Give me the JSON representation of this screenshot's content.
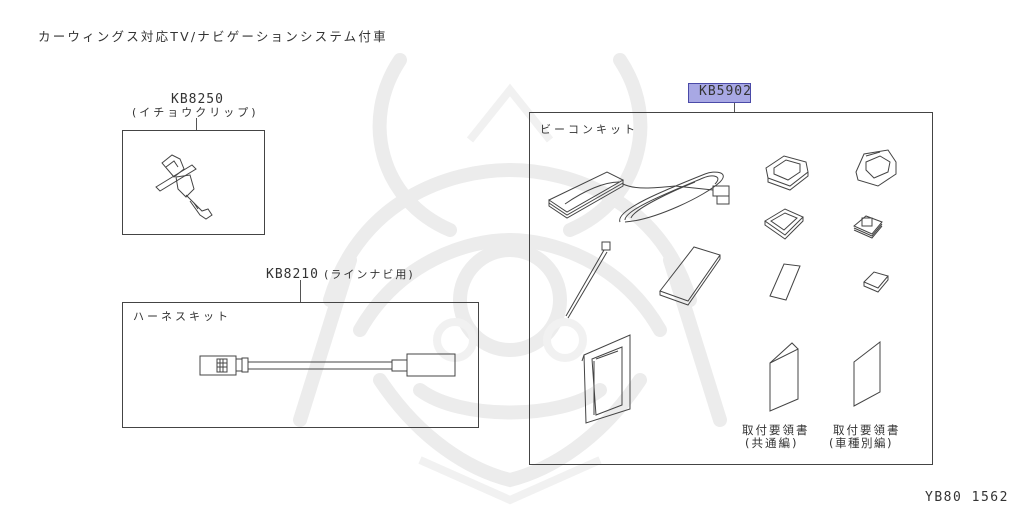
{
  "page": {
    "title": "カーウィングス対応TV/ナビゲーションシステム付車",
    "diagram_id": "YB80 1562"
  },
  "colors": {
    "line": "#444444",
    "text": "#333333",
    "highlight": "#6e6ed2",
    "watermark": "#ececec"
  },
  "parts": [
    {
      "part_number": "KB8250",
      "description": "(イチョウクリップ)",
      "item_icon": "clip-icon"
    },
    {
      "part_number": "KB8210",
      "description": "(ラインナビ用)",
      "kit_label": "ハーネスキット",
      "item_icon": "harness-icon"
    },
    {
      "part_number_highlighted": "KB590",
      "part_number_rest": "2",
      "part_number": "KB5902",
      "kit_label": "ビーコンキット",
      "highlighted": true,
      "items": [
        {
          "icon": "beacon-unit-icon"
        },
        {
          "icon": "bracket-frame-icon"
        },
        {
          "icon": "beacon-cradle-icon"
        },
        {
          "icon": "cable-tie-icon"
        },
        {
          "icon": "foam-pad-icon"
        },
        {
          "icon": "frame-pad-icon"
        },
        {
          "icon": "clamp-icon"
        },
        {
          "icon": "tape-strip-icon"
        },
        {
          "icon": "small-pad-icon"
        },
        {
          "icon": "document-pack-icon"
        },
        {
          "icon": "manual-common-icon",
          "label_line1": "取付要領書",
          "label_line2": "(共通編)"
        },
        {
          "icon": "manual-vehicle-icon",
          "label_line1": "取付要領書",
          "label_line2": "(車種別編)"
        }
      ]
    }
  ]
}
